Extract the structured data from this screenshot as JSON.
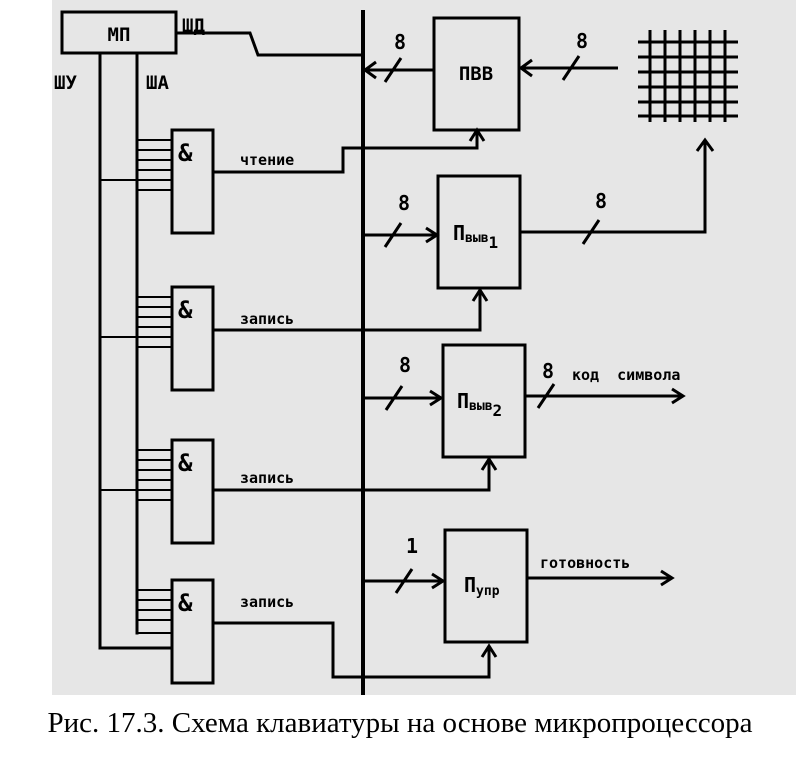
{
  "diagram": {
    "background": "#e6e6e6",
    "line_color": "#000000",
    "blocks": {
      "mp": "МП",
      "pvv": "ПВВ",
      "pvyv1": {
        "main": "П",
        "sub": "выв",
        "index": "1"
      },
      "pvyv2": {
        "main": "П",
        "sub": "выв",
        "index": "2"
      },
      "pupr": {
        "main": "П",
        "sub": "упр"
      },
      "and_gate": "&"
    },
    "buses": {
      "data": "ШД",
      "control": "ШУ",
      "address": "ША"
    },
    "widths": {
      "pvv_out": "8",
      "matrix_in": "8",
      "pvyv1_in": "8",
      "pvyv1_out": "8",
      "pvyv2_in": "8",
      "pvyv2_out": "8",
      "pupr_in": "1"
    },
    "signals": {
      "read": "чтение",
      "write1": "запись",
      "write2": "запись",
      "write3": "запись",
      "symbol_code": "код  символа",
      "ready": "готовность"
    }
  },
  "caption": "Рис. 17.3. Схема клавиатуры на основе микропроцессора"
}
